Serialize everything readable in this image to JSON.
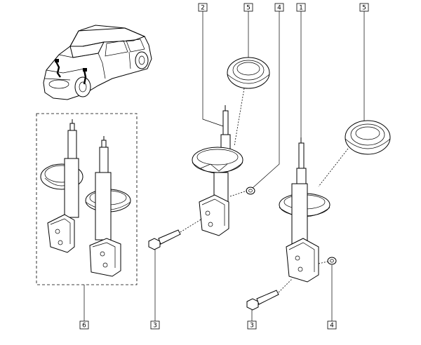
{
  "callouts": [
    {
      "id": "label-1",
      "text": "1"
    },
    {
      "id": "label-2",
      "text": "2"
    },
    {
      "id": "label-3a",
      "text": "3"
    },
    {
      "id": "label-3b",
      "text": "3"
    },
    {
      "id": "label-4a",
      "text": "4"
    },
    {
      "id": "label-4b",
      "text": "4"
    },
    {
      "id": "label-5a",
      "text": "5"
    },
    {
      "id": "label-5b",
      "text": "5"
    },
    {
      "id": "label-6",
      "text": "6"
    }
  ],
  "icons": {
    "vehicle": "hatchback-car-icon",
    "strut": "shock-absorber-strut-icon",
    "bearing": "strut-bearing-cup-icon",
    "bolt": "bolt-icon",
    "nut": "nut-icon"
  }
}
